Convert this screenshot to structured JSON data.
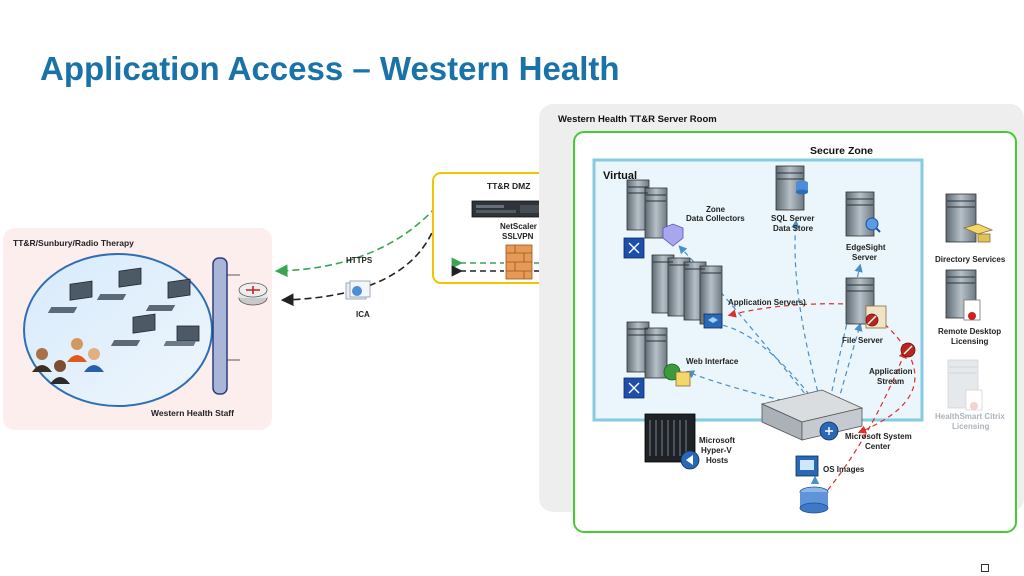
{
  "title": "Application Access – Western Health",
  "colors": {
    "title": "#1a73a8",
    "https_arrow": "#3aa655",
    "ica_arrow": "#222222",
    "service_arrow": "#4a90c8",
    "stream_arrow": "#d9302c",
    "secure_zone_border": "#44cc33",
    "dmz_border": "#f2c500",
    "virtual_border": "#86cbe0"
  },
  "staff_panel": {
    "heading": "TT&R/Sunbury/Radio Therapy",
    "caption": "Western Health Staff"
  },
  "connections": {
    "https": "HTTPS",
    "ica": "ICA"
  },
  "dmz": {
    "heading": "TT&R DMZ",
    "device_line1": "NetScaler",
    "device_line2": "SSLVPN"
  },
  "server_room": {
    "heading": "Western Health TT&R Server Room",
    "secure_zone": "Secure Zone",
    "virtual": "Virtual",
    "zone_collectors_line1": "Zone",
    "zone_collectors_line2": "Data Collectors",
    "sql_line1": "SQL Server",
    "sql_line2": "Data Store",
    "edgesight_line1": "EdgeSight",
    "edgesight_line2": "Server",
    "app_servers": "Application Servers)",
    "file_server": "File Server",
    "web_interface": "Web  Interface",
    "app_stream_line1": "Application",
    "app_stream_line2": "Stream",
    "hyperv_line1": "Microsoft",
    "hyperv_line2": "Hyper-V",
    "hyperv_line3": "Hosts",
    "sys_center_line1": "Microsoft System",
    "sys_center_line2": "Center",
    "os_images": "OS Images",
    "directory_services": "Directory Services",
    "remote_desktop_line1": "Remote Desktop",
    "remote_desktop_line2": "Licensing",
    "healthsmart_line1": "HealthSmart Citrix",
    "healthsmart_line2": "Licensing"
  }
}
